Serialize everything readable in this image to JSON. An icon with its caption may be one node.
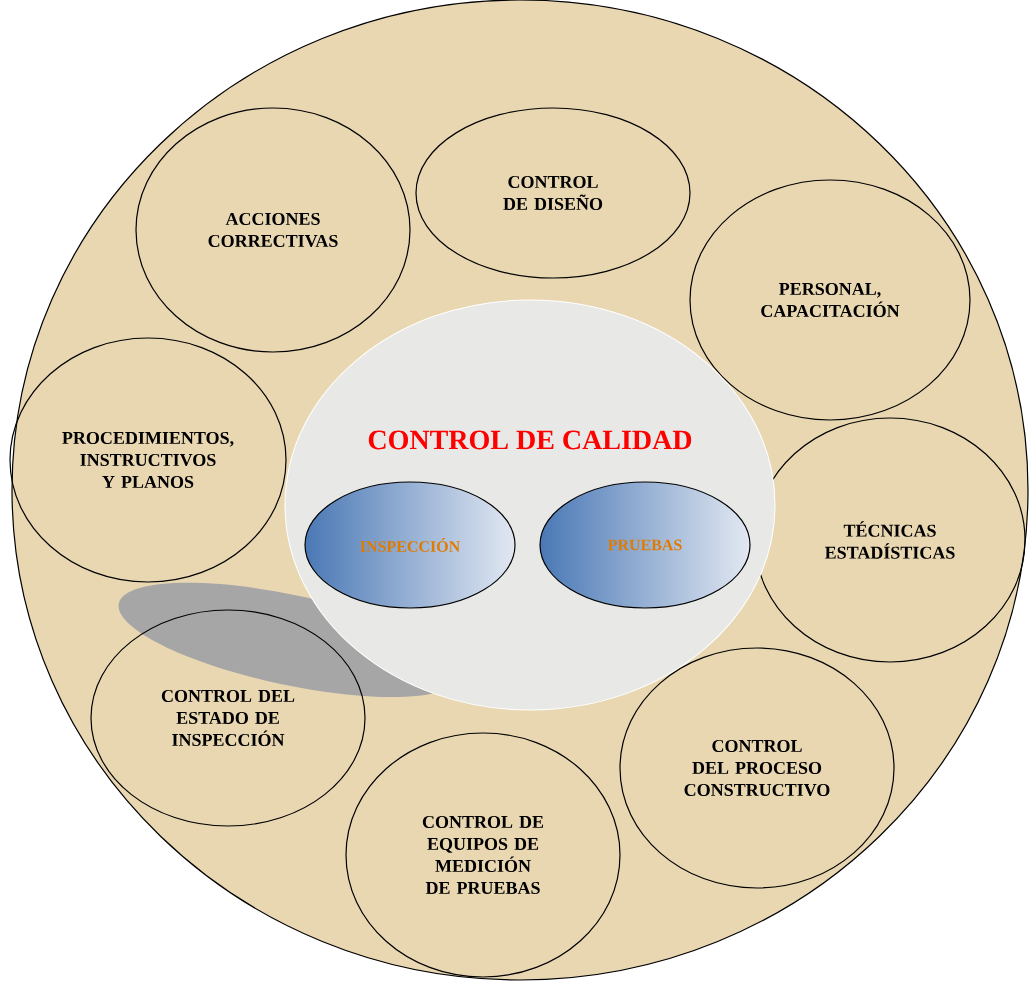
{
  "diagram": {
    "nodes": [
      {
        "text": [],
        "shape": "circle"
      },
      {
        "text": [
          "CONTROL DE DISEÑO"
        ],
        "in": 0
      },
      {
        "text": [
          "ACCIONES CORRECTIVAS"
        ],
        "in": 0
      },
      {
        "text": [
          "PERSONAL, CAPACITACIÓN"
        ],
        "in": 0
      },
      {
        "text": [
          "PROCEDIMIENTOS, INSTRUCTIVOS Y PLANOS"
        ],
        "in": 0
      },
      {
        "text": [
          "CONTROL DE CALIDAD"
        ],
        "in": 0
      },
      {
        "text": [
          "INSPECCIÓN"
        ],
        "in": 5
      },
      {
        "text": [
          "PRUEBAS"
        ],
        "in": 5
      },
      {
        "text": [
          "TÉCNICAS ESTADÍSTICAS"
        ],
        "in": 0
      },
      {
        "text": [
          "CONTROL DEL ESTADO DE INSPECCIÓN"
        ],
        "in": 0
      },
      {
        "text": [
          "CONTROL DEL PROCESO CONSTRUCTIVO"
        ],
        "in": 0
      },
      {
        "text": [
          "CONTROL DE EQUIPOS DE MEDICIÓN DE PRUEBAS"
        ],
        "in": 0
      }
    ]
  }
}
